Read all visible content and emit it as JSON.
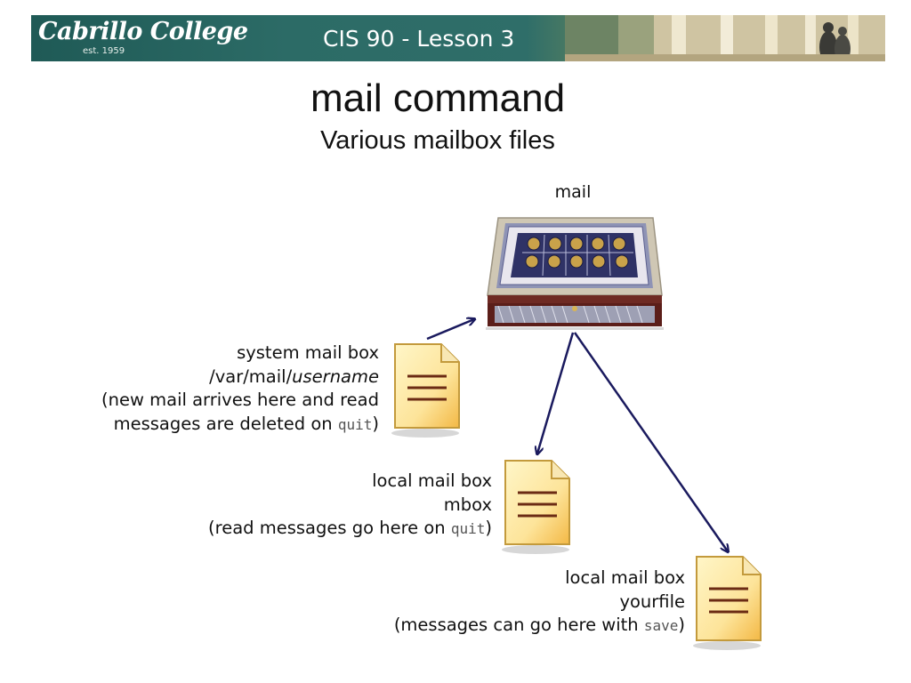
{
  "header": {
    "logo_text": "Cabrillo College",
    "logo_est": "est. 1959",
    "course_title": "CIS 90 - Lesson 3"
  },
  "slide": {
    "title": "mail command",
    "subtitle": "Various mailbox files",
    "mail_label": "mail"
  },
  "mailboxes": [
    {
      "name": "system mail box",
      "path_prefix": "/var/mail/",
      "path_var": "username",
      "desc_line1": "(new mail arrives here and read",
      "desc_line2_prefix": "messages are deleted on ",
      "command": "quit",
      "suffix": ")"
    },
    {
      "name": "local mail box",
      "path": "mbox",
      "desc_prefix": "(read messages go here on ",
      "command": "quit",
      "suffix": ")"
    },
    {
      "name": "local mail box",
      "path": "yourfile",
      "desc_prefix": "(messages can go here with ",
      "command": "save",
      "suffix": ")"
    }
  ],
  "colors": {
    "arrow": "#1a1a5e",
    "banner": "#2c6b66",
    "doc_fill": "#fde9a3",
    "doc_border": "#c39a3c",
    "doc_lines": "#6b2b14"
  },
  "icons": {
    "mailbox": "ornate-box-icon",
    "file": "document-icon"
  }
}
